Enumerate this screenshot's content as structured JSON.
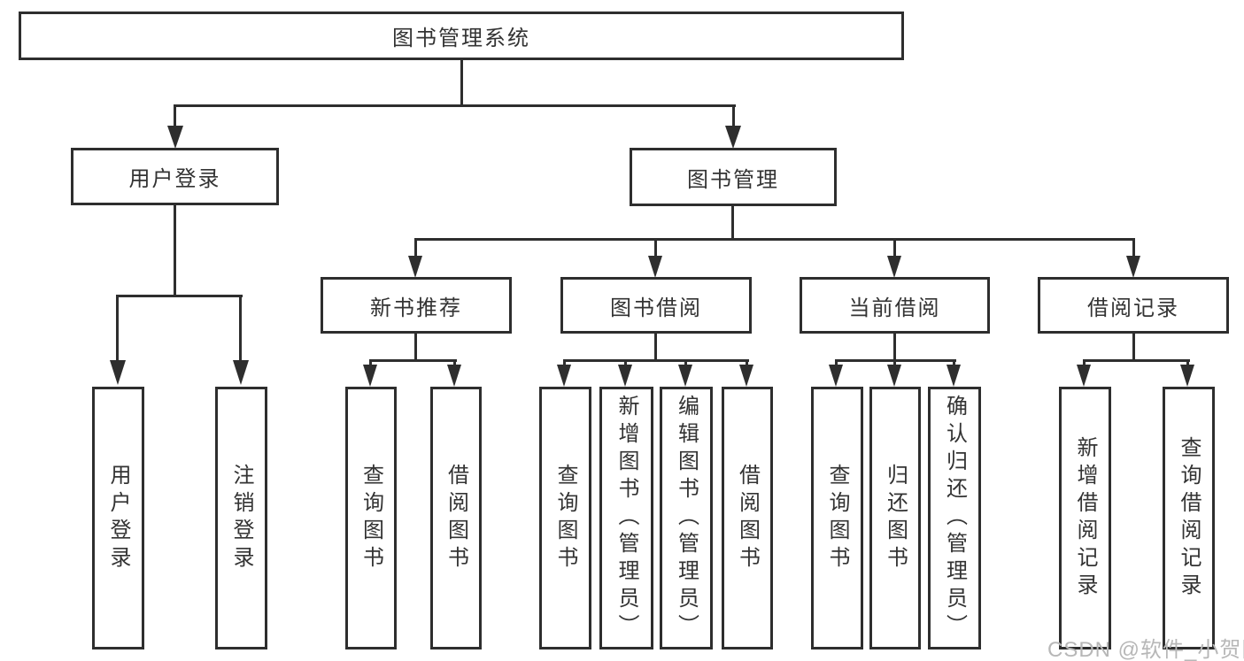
{
  "diagram": {
    "root": {
      "label": "图书管理系统"
    },
    "branches": [
      {
        "label": "用户登录",
        "children": [
          {
            "label": "用户登录"
          },
          {
            "label": "注销登录"
          }
        ]
      },
      {
        "label": "图书管理",
        "sections": [
          {
            "label": "新书推荐",
            "children": [
              {
                "label": "查询图书"
              },
              {
                "label": "借阅图书"
              }
            ]
          },
          {
            "label": "图书借阅",
            "children": [
              {
                "label": "查询图书"
              },
              {
                "label": "新增图书（管理员）"
              },
              {
                "label": "编辑图书（管理员）"
              },
              {
                "label": "借阅图书"
              }
            ]
          },
          {
            "label": "当前借阅",
            "children": [
              {
                "label": "查询图书"
              },
              {
                "label": "归还图书"
              },
              {
                "label": "确认归还（管理员）"
              }
            ]
          },
          {
            "label": "借阅记录",
            "children": [
              {
                "label": "新增借阅记录"
              },
              {
                "label": "查询借阅记录"
              }
            ]
          }
        ]
      }
    ]
  },
  "watermark": {
    "text": "CSDN @软件_小贺同学"
  },
  "colors": {
    "line": "#2e2e2e",
    "text": "#333333",
    "background": "#ffffff",
    "watermark": "#b7b7b7"
  }
}
